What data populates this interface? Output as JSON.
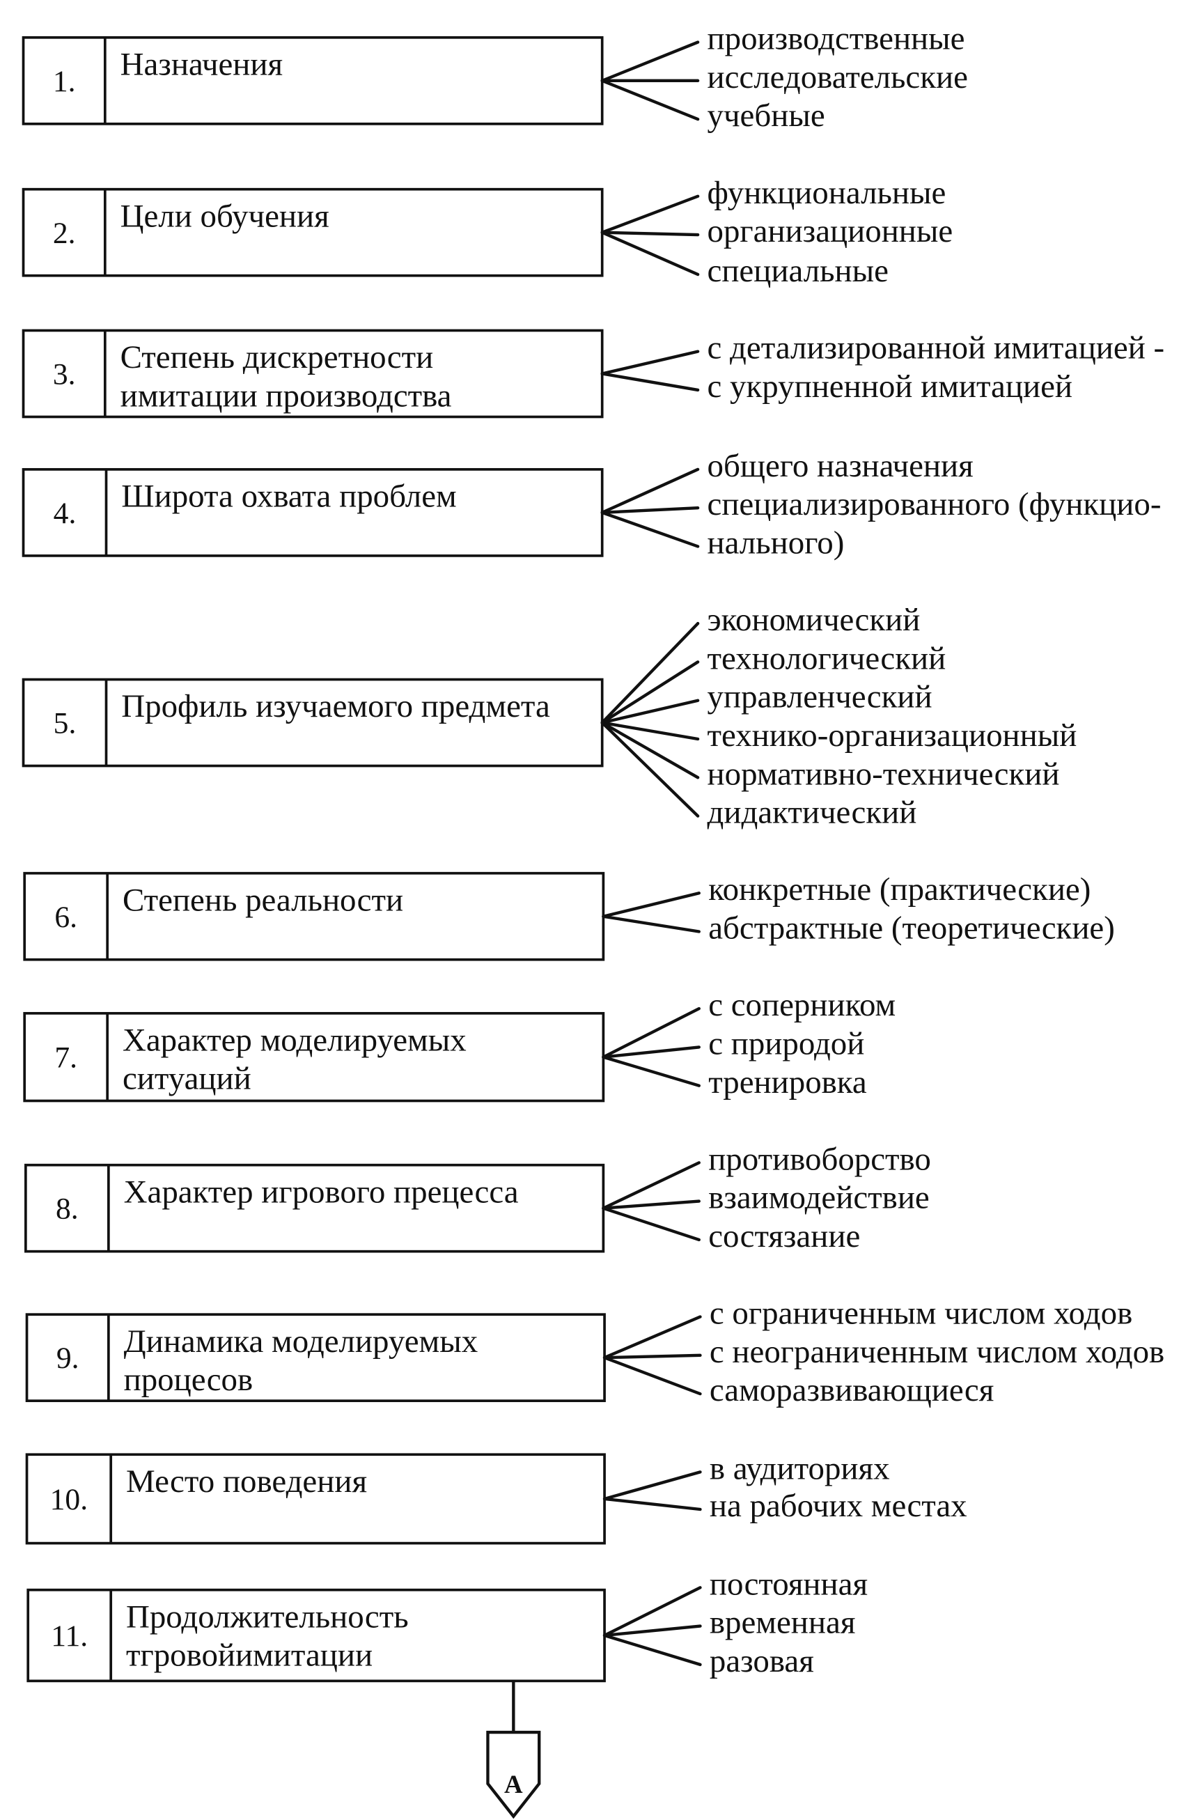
{
  "colors": {
    "ink": "#111111",
    "paper": "#ffffff"
  },
  "diagram": {
    "items": [
      {
        "number": "1.",
        "label": [
          "Назначения"
        ],
        "branches": [
          "производственные",
          "исследовательские",
          "учебные"
        ]
      },
      {
        "number": "2.",
        "label": [
          "Цели обучения"
        ],
        "branches": [
          "функциональные",
          "организационные",
          "специальные"
        ]
      },
      {
        "number": "3.",
        "label": [
          "Степень дискретности",
          "имитации производства"
        ],
        "branches": [
          "с детализированной имитацией -",
          "с укрупненной имитацией"
        ]
      },
      {
        "number": "4.",
        "label": [
          "Широта охвата проблем"
        ],
        "branches": [
          "общего назначения",
          "специализированного (функцио-",
          "нального)"
        ]
      },
      {
        "number": "5.",
        "label": [
          "Профиль изучаемого предмета"
        ],
        "branches": [
          "экономический",
          "технологический",
          "управленческий",
          "технико-организационный",
          "нормативно-технический",
          "дидактический"
        ]
      },
      {
        "number": "6.",
        "label": [
          "Степень реальности"
        ],
        "branches": [
          "конкретные (практические)",
          "абстрактные (теоретические)"
        ]
      },
      {
        "number": "7.",
        "label": [
          "Характер моделируемых",
          "ситуаций"
        ],
        "branches": [
          "с соперником",
          "с природой",
          "тренировка"
        ]
      },
      {
        "number": "8.",
        "label": [
          "Характер игрового прецесса"
        ],
        "branches": [
          "противоборство",
          "взаимодействие",
          "состязание"
        ]
      },
      {
        "number": "9.",
        "label": [
          "Динамика моделируемых",
          "процесов"
        ],
        "branches": [
          "с ограниченным числом ходов",
          "с неограниченным числом ходов",
          "саморазвивающиеся"
        ]
      },
      {
        "number": "10.",
        "label": [
          "Место поведения"
        ],
        "branches": [
          "в аудиториях",
          "на рабочих местах"
        ]
      },
      {
        "number": "11.",
        "label": [
          "Продолжительность",
          "тгровойимитации"
        ],
        "branches": [
          "постоянная",
          "временная",
          "разовая"
        ]
      }
    ],
    "connector": {
      "label": "А"
    }
  }
}
